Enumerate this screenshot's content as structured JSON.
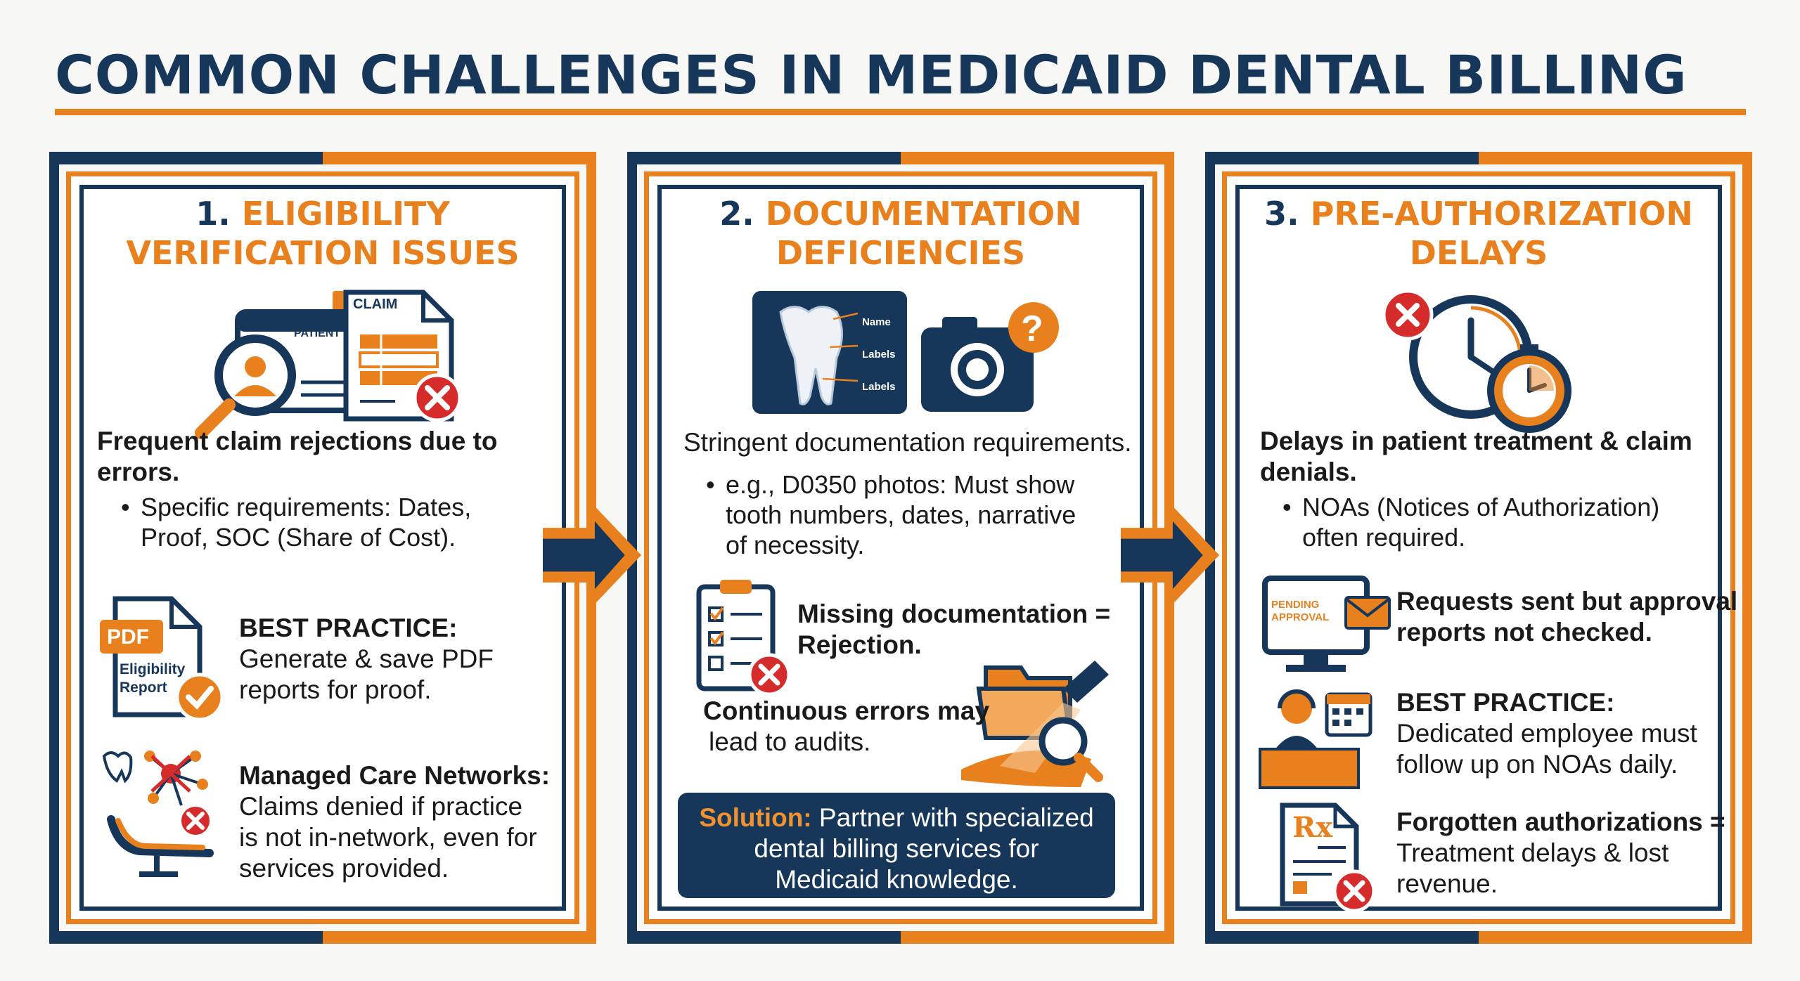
{
  "title": "COMMON CHALLENGES IN MEDICAID DENTAL BILLING",
  "colors": {
    "navy": "#16365a",
    "orange": "#e8801e",
    "red": "#d62b2b"
  },
  "panels": [
    {
      "number": "1.",
      "heading_line1": "ELIGIBILITY",
      "heading_line2": "VERIFICATION ISSUES",
      "icon_labels": {
        "patient_id": "PATIENT ID",
        "claim": "CLAIM",
        "pdf": "PDF",
        "report_line1": "Eligibility",
        "report_line2": "Report"
      },
      "lead_line1": "Frequent claim rejections due to",
      "lead_line2": "errors.",
      "bullet_line1": "Specific requirements: Dates,",
      "bullet_line2": "Proof, SOC (Share of Cost).",
      "bp_title": "BEST PRACTICE:",
      "bp_line1": "Generate & save PDF",
      "bp_line2": "reports for proof.",
      "mc_title": "Managed Care Networks:",
      "mc_line1": "Claims denied if practice",
      "mc_line2": "is not in-network, even for",
      "mc_line3": "services provided."
    },
    {
      "number": "2.",
      "heading_line1": "DOCUMENTATION",
      "heading_line2": "DEFICIENCIES",
      "icon_labels": {
        "label1": "Name",
        "label2": "Labels",
        "label3": "Labels",
        "question": "?"
      },
      "lead_line1": "Stringent documentation requirements.",
      "bullet_line1": "e.g., D0350 photos: Must show",
      "bullet_line2": "tooth numbers, dates, narrative",
      "bullet_line3": "of necessity.",
      "missing_line1": "Missing documentation =",
      "missing_line2": "Rejection.",
      "audit_line1": "Continuous errors may",
      "audit_line2": "lead to audits.",
      "solution_label": "Solution:",
      "solution_line1": " Partner with specialized",
      "solution_line2": "dental billing services for",
      "solution_line3": "Medicaid knowledge."
    },
    {
      "number": "3.",
      "heading_line1": "PRE-AUTHORIZATION",
      "heading_line2": "DELAYS",
      "icon_labels": {
        "pending_line1": "PENDING",
        "pending_line2": "APPROVAL",
        "rx": "Rx"
      },
      "lead_line1": "Delays in patient treatment & claim",
      "lead_line2": "denials.",
      "bullet_line1": "NOAs (Notices of Authorization)",
      "bullet_line2": "often required.",
      "req_line1": "Requests sent but approval",
      "req_line2": "reports not checked.",
      "bp_title": "BEST PRACTICE:",
      "bp_line1": "Dedicated employee must",
      "bp_line2": "follow up on NOAs daily.",
      "fa_line1": "Forgotten authorizations =",
      "fa_line2": "Treatment delays & lost",
      "fa_line3": "revenue."
    }
  ]
}
